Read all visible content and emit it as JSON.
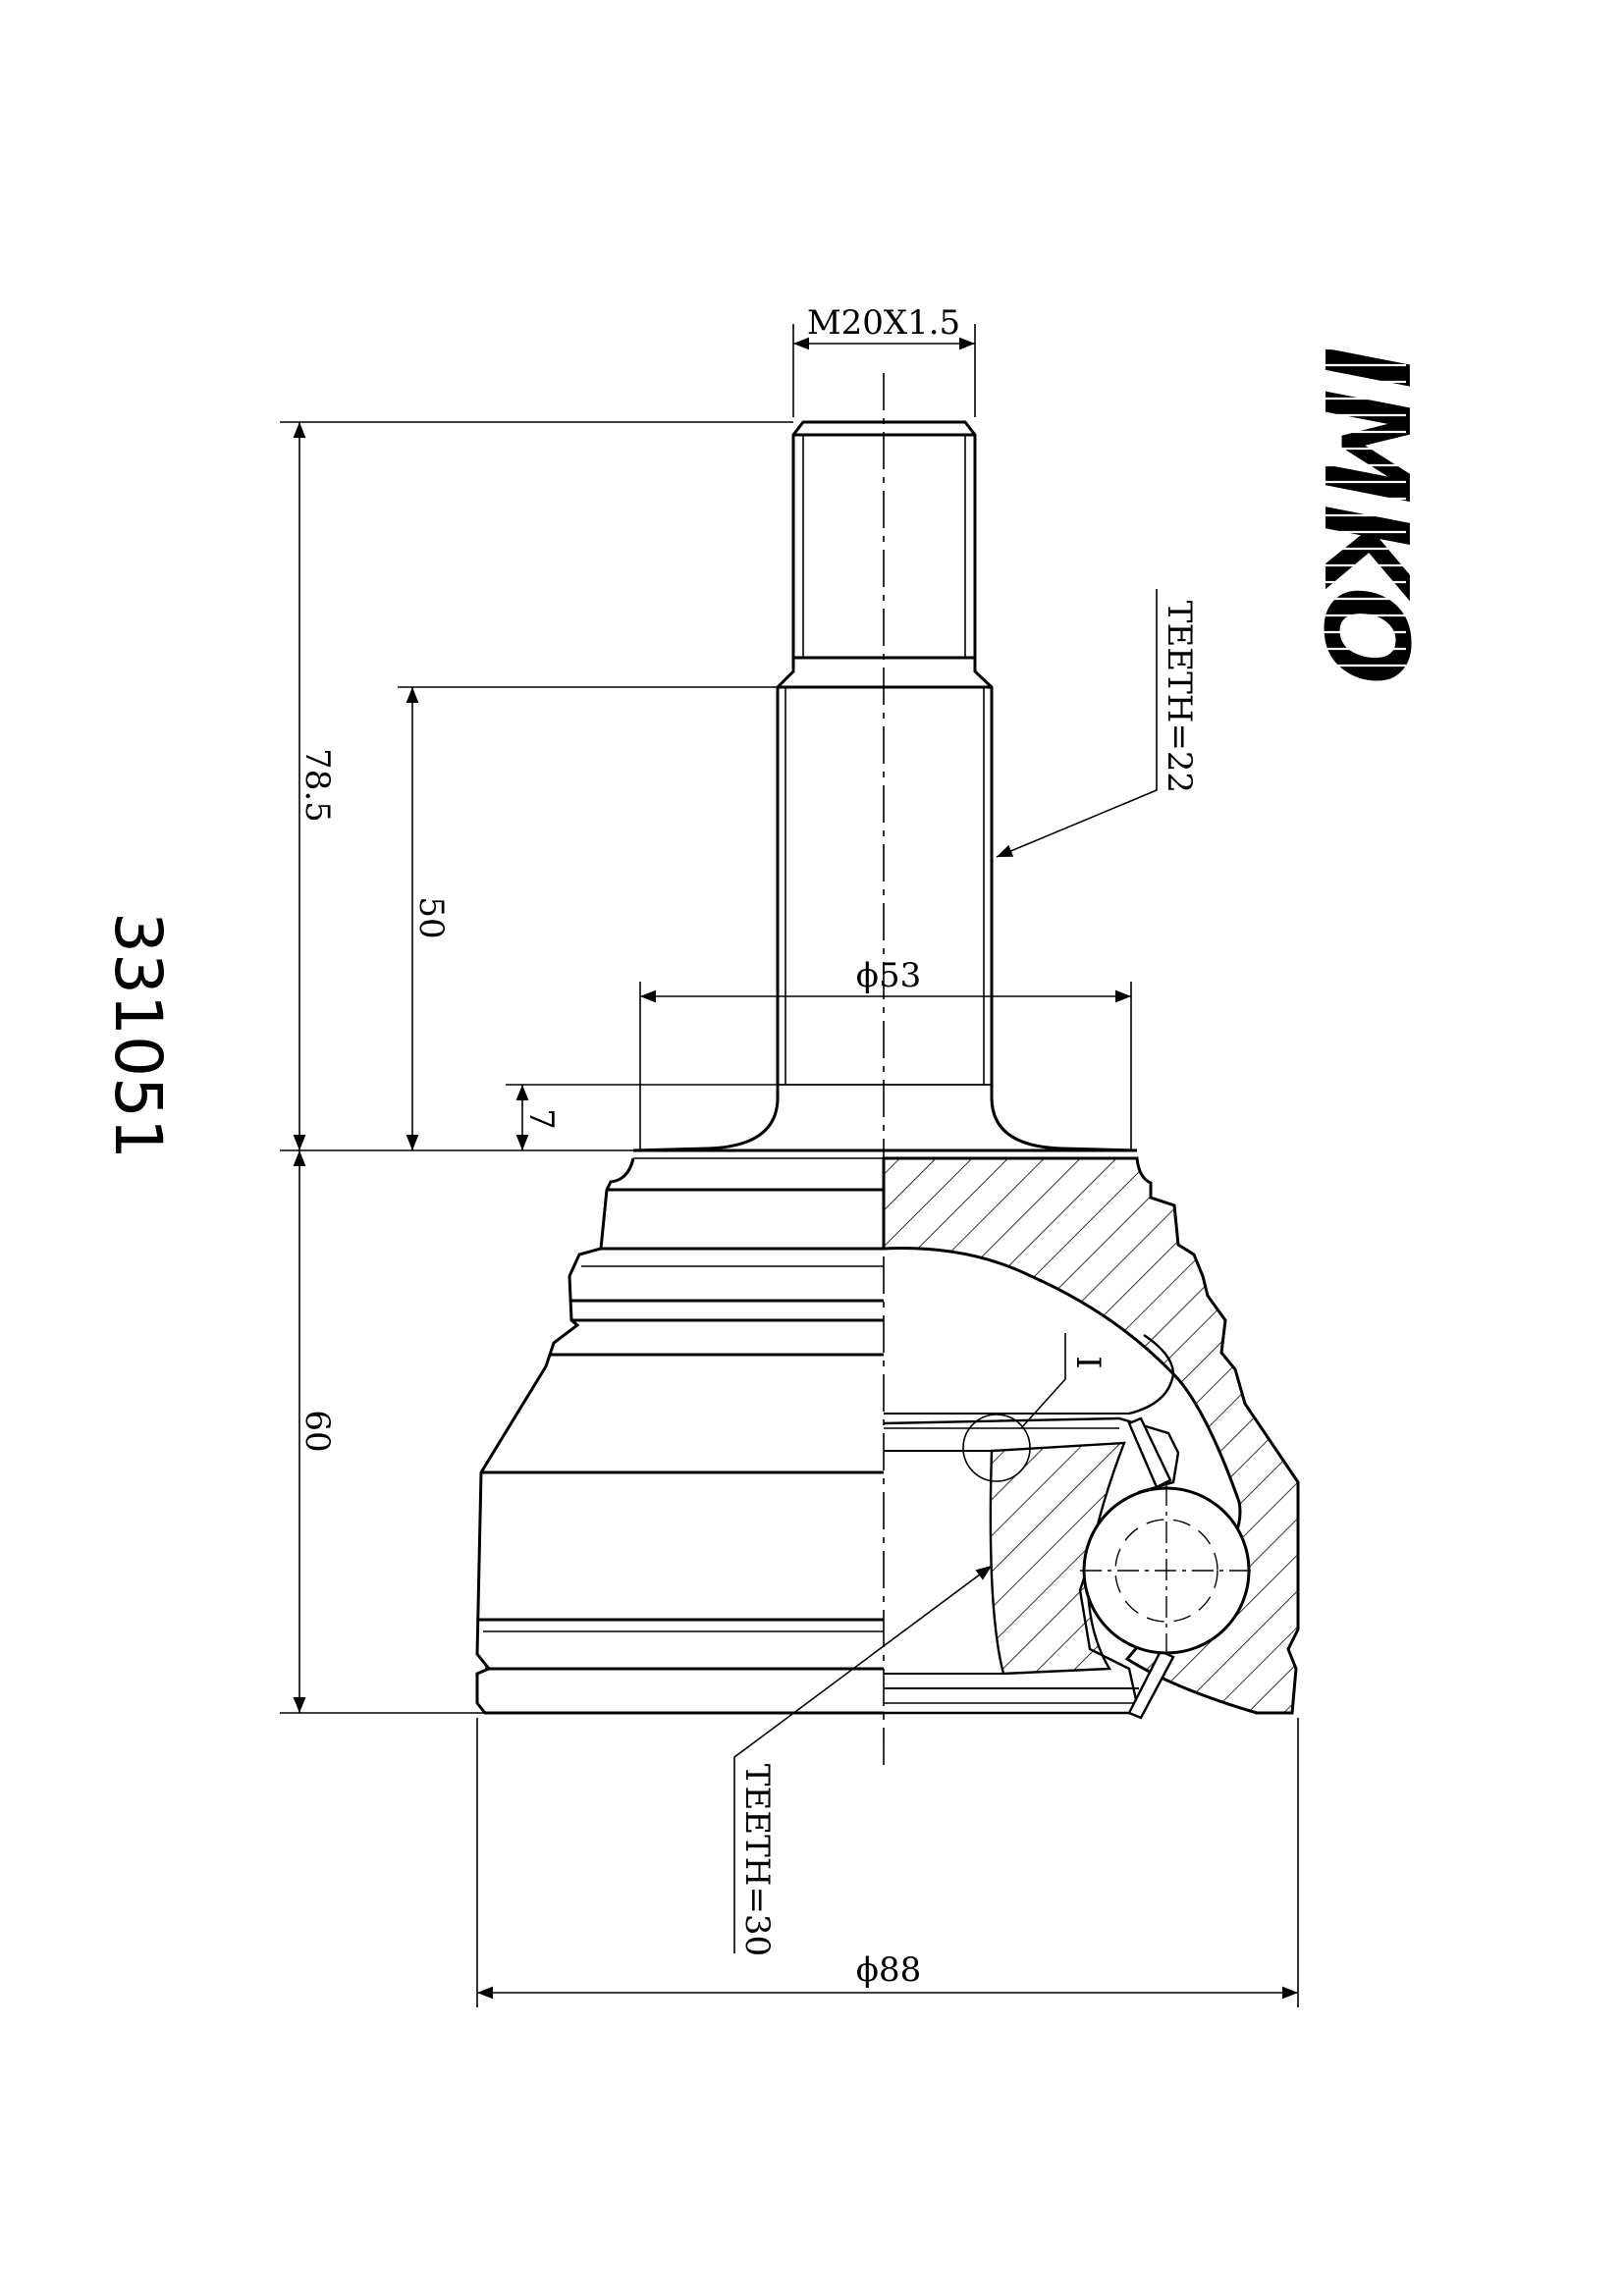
{
  "part_number": "331051",
  "brand": "IMKO",
  "dimensions": {
    "thread": "M20X1.5",
    "overall_length": "78.5",
    "shaft_length": "50",
    "flange_height": "7",
    "body_height": "60",
    "flange_diameter": "ϕ53",
    "outer_diameter": "ϕ88"
  },
  "callouts": {
    "outer_spline": "TEETH=22",
    "inner_spline": "TEETH=30",
    "detail_marker": "I"
  }
}
